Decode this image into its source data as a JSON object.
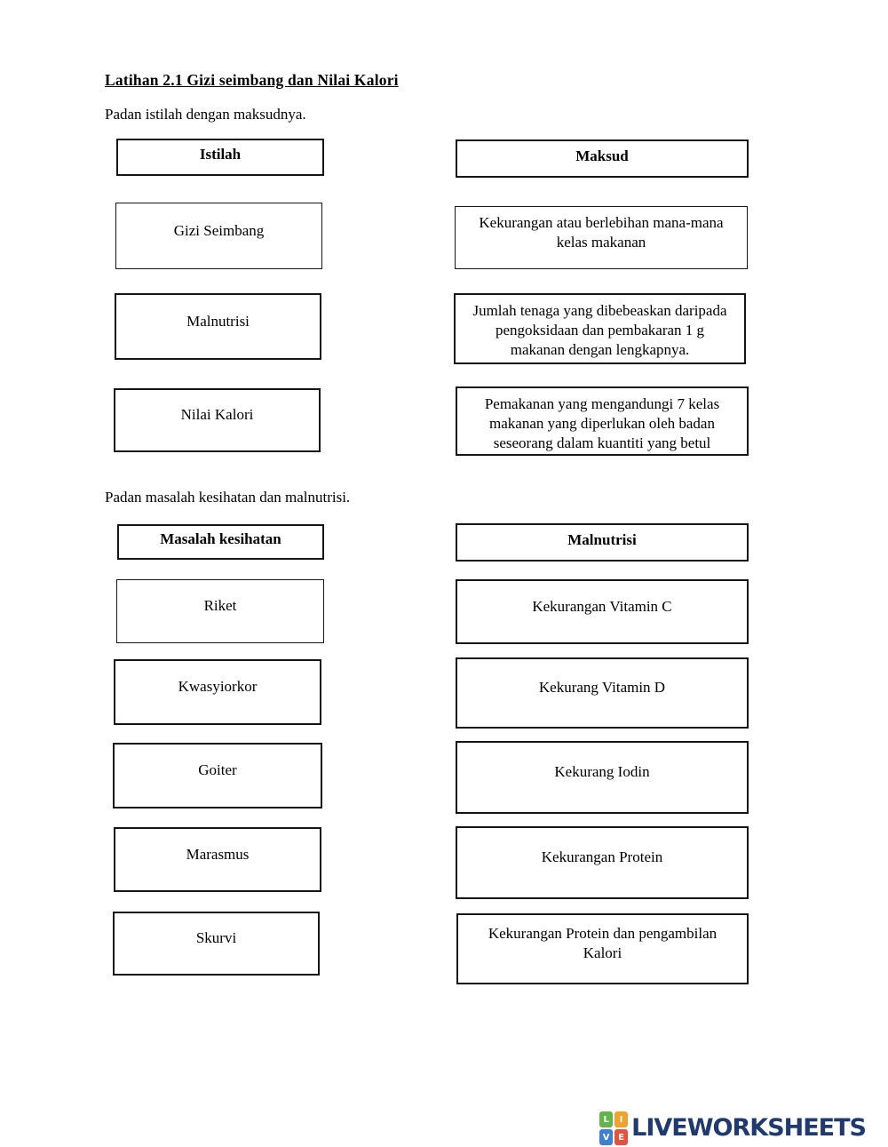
{
  "page": {
    "title": "Latihan 2.1 Gizi seimbang dan Nilai Kalori",
    "instruction1": "Padan istilah dengan maksudnya.",
    "instruction2": "Padan masalah kesihatan dan malnutrisi."
  },
  "section1": {
    "left_header": "Istilah",
    "right_header": "Maksud",
    "left_items": [
      "Gizi Seimbang",
      "Malnutrisi",
      "Nilai Kalori"
    ],
    "right_items": [
      "Kekurangan atau berlebihan mana-mana\nkelas makanan",
      "Jumlah tenaga yang dibebeaskan daripada\npengoksidaan dan pembakaran 1 g\nmakanan dengan lengkapnya.",
      "Pemakanan yang mengandungi 7 kelas\nmakanan yang diperlukan oleh badan\nseseorang dalam kuantiti yang betul"
    ]
  },
  "section2": {
    "left_header": "Masalah kesihatan",
    "right_header": "Malnutrisi",
    "left_items": [
      "Riket",
      "Kwasyiorkor",
      "Goiter",
      "Marasmus",
      "Skurvi"
    ],
    "right_items": [
      "Kekurangan Vitamin C",
      "Kekurang Vitamin D",
      "Kekurang Iodin",
      "Kekurangan Protein",
      "Kekurangan Protein dan pengambilan\nKalori"
    ]
  },
  "footer": {
    "brand": "LIVEWORKSHEETS",
    "brand_color": "#1e3a6e",
    "icon_letters": [
      "L",
      "I",
      "V",
      "E"
    ],
    "icon_colors": {
      "l": "#63b54b",
      "i": "#f0a32a",
      "v": "#3f7ed2",
      "e": "#e6503c"
    }
  }
}
